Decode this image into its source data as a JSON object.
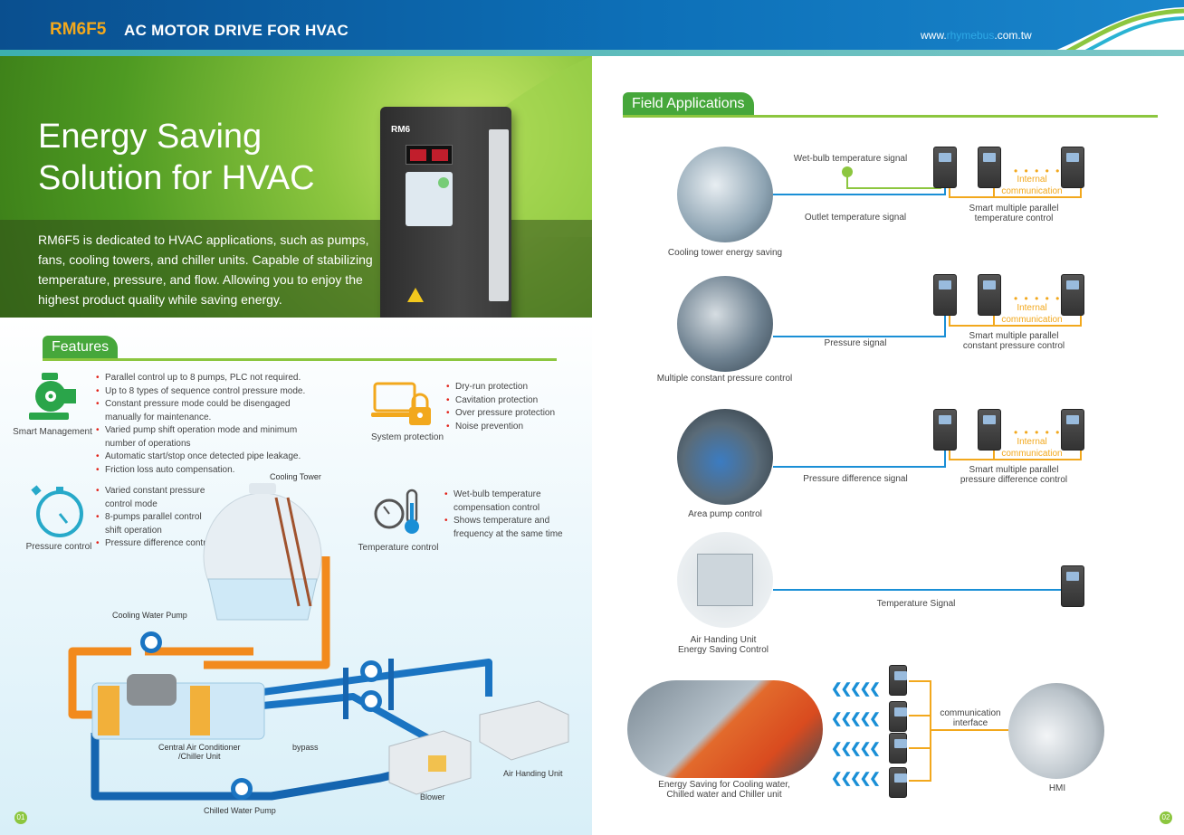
{
  "header": {
    "model": "RM6F5",
    "title": "AC MOTOR DRIVE FOR HVAC",
    "website_pre": "www.",
    "website_brand": "rhymebus",
    "website_post": ".com.tw"
  },
  "hero": {
    "title_line1": "Energy Saving",
    "title_line2": "Solution for HVAC",
    "text": "RM6F5 is dedicated to HVAC applications, such as pumps, fans, cooling towers, and chiller units. Capable of stabilizing temperature, pressure, and flow. Allowing you to enjoy the highest product quality while saving energy."
  },
  "features": {
    "heading": "Features",
    "smart": {
      "label": "Smart Management",
      "bullets": [
        "Parallel control up to 8 pumps, PLC not required.",
        "Up to 8 types of sequence control pressure mode.",
        "Constant pressure mode could be disengaged manually for maintenance.",
        "Varied pump shift operation mode and minimum number of operations",
        "Automatic start/stop once detected pipe leakage.",
        "Friction loss auto compensation."
      ]
    },
    "system": {
      "label": "System protection",
      "bullets": [
        "Dry-run protection",
        "Cavitation protection",
        "Over pressure protection",
        "Noise prevention"
      ]
    },
    "pressure": {
      "label": "Pressure control",
      "bullets": [
        "Varied constant pressure control mode",
        "8-pumps parallel control shift operation",
        "Pressure difference control"
      ]
    },
    "temperature": {
      "label": "Temperature control",
      "bullets": [
        "Wet-bulb temperature compensation control",
        "Shows temperature and frequency at the same time"
      ]
    }
  },
  "diagram": {
    "cooling_tower": "Cooling Tower",
    "cooling_water_pump": "Cooling Water Pump",
    "chiller": "Central Air Conditioner\n/Chiller Unit",
    "bypass": "bypass",
    "ahu": "Air Handing Unit",
    "blower": "Blower",
    "chilled_pump": "Chilled Water Pump"
  },
  "field": {
    "heading": "Field Applications",
    "app1": {
      "signal_top": "Wet-bulb temperature signal",
      "signal_bottom": "Outlet temperature signal",
      "internal": "Internal",
      "communication": "communication",
      "control": "Smart multiple parallel\ntemperature control",
      "caption": "Cooling tower energy saving"
    },
    "app2": {
      "signal": "Pressure signal",
      "internal": "Internal",
      "communication": "communication",
      "control": "Smart multiple parallel\nconstant pressure control",
      "caption": "Multiple constant pressure control"
    },
    "app3": {
      "signal": "Pressure difference signal",
      "internal": "Internal",
      "communication": "communication",
      "control": "Smart multiple parallel\npressure difference control",
      "caption": "Area pump control"
    },
    "app4": {
      "signal": "Temperature Signal",
      "caption": "Air Handing Unit\nEnergy Saving Control"
    },
    "app5": {
      "interface": "communication\ninterface",
      "caption": "Energy Saving for Cooling water,\nChilled water and Chiller unit",
      "hmi": "HMI"
    }
  },
  "pages": {
    "left": "01",
    "right": "02"
  },
  "colors": {
    "green": "#8cc63f",
    "blue": "#1a8fd6",
    "orange": "#f2a81d",
    "red_bullet": "#e2231a"
  }
}
